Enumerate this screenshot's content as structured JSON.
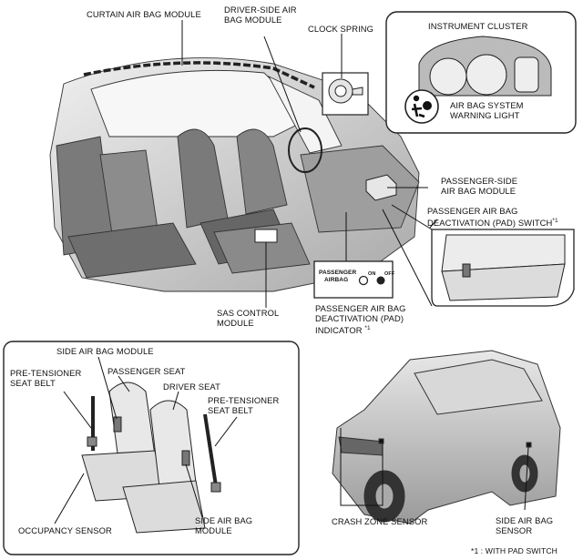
{
  "labels": {
    "curtain_airbag": "CURTAIN AIR BAG MODULE",
    "driver_airbag_1": "DRIVER-SIDE AIR",
    "driver_airbag_2": "BAG MODULE",
    "clock_spring": "CLOCK SPRING",
    "instrument_cluster": "INSTRUMENT CLUSTER",
    "airbag_warning_1": "AIR BAG SYSTEM",
    "airbag_warning_2": "WARNING LIGHT",
    "passenger_airbag_1": "PASSENGER-SIDE",
    "passenger_airbag_2": "AIR BAG MODULE",
    "pad_switch_1": "PASSENGER AIR BAG",
    "pad_switch_2": "DEACTIVATION (PAD) SWITCH",
    "pad_switch_note": "*1",
    "sas_1": "SAS CONTROL",
    "sas_2": "MODULE",
    "pad_indicator_1": "PASSENGER AIR BAG",
    "pad_indicator_2": "DEACTIVATION (PAD)",
    "pad_indicator_3": "INDICATOR",
    "pad_indicator_note": "*1",
    "indicator_text_1": "PASSENGER",
    "indicator_text_2": "AIRBAG",
    "indicator_on": "ON",
    "indicator_off": "OFF",
    "side_airbag_top": "SIDE AIR BAG MODULE",
    "pretensioner_left_1": "PRE-TENSIONER",
    "pretensioner_left_2": "SEAT BELT",
    "passenger_seat": "PASSENGER SEAT",
    "driver_seat": "DRIVER SEAT",
    "pretensioner_right_1": "PRE-TENSIONER",
    "pretensioner_right_2": "SEAT BELT",
    "occupancy_sensor": "OCCUPANCY SENSOR",
    "side_airbag_bottom_1": "SIDE AIR BAG",
    "side_airbag_bottom_2": "MODULE",
    "crash_zone_sensor": "CRASH ZONE SENSOR",
    "side_airbag_sensor_1": "SIDE AIR BAG",
    "side_airbag_sensor_2": "SENSOR",
    "footnote": "*1 : WITH PAD SWITCH"
  },
  "colors": {
    "line": "#222222",
    "fill_light": "#e6e6e6",
    "fill_mid": "#bdbdbd",
    "fill_dark": "#8a8a8a"
  }
}
